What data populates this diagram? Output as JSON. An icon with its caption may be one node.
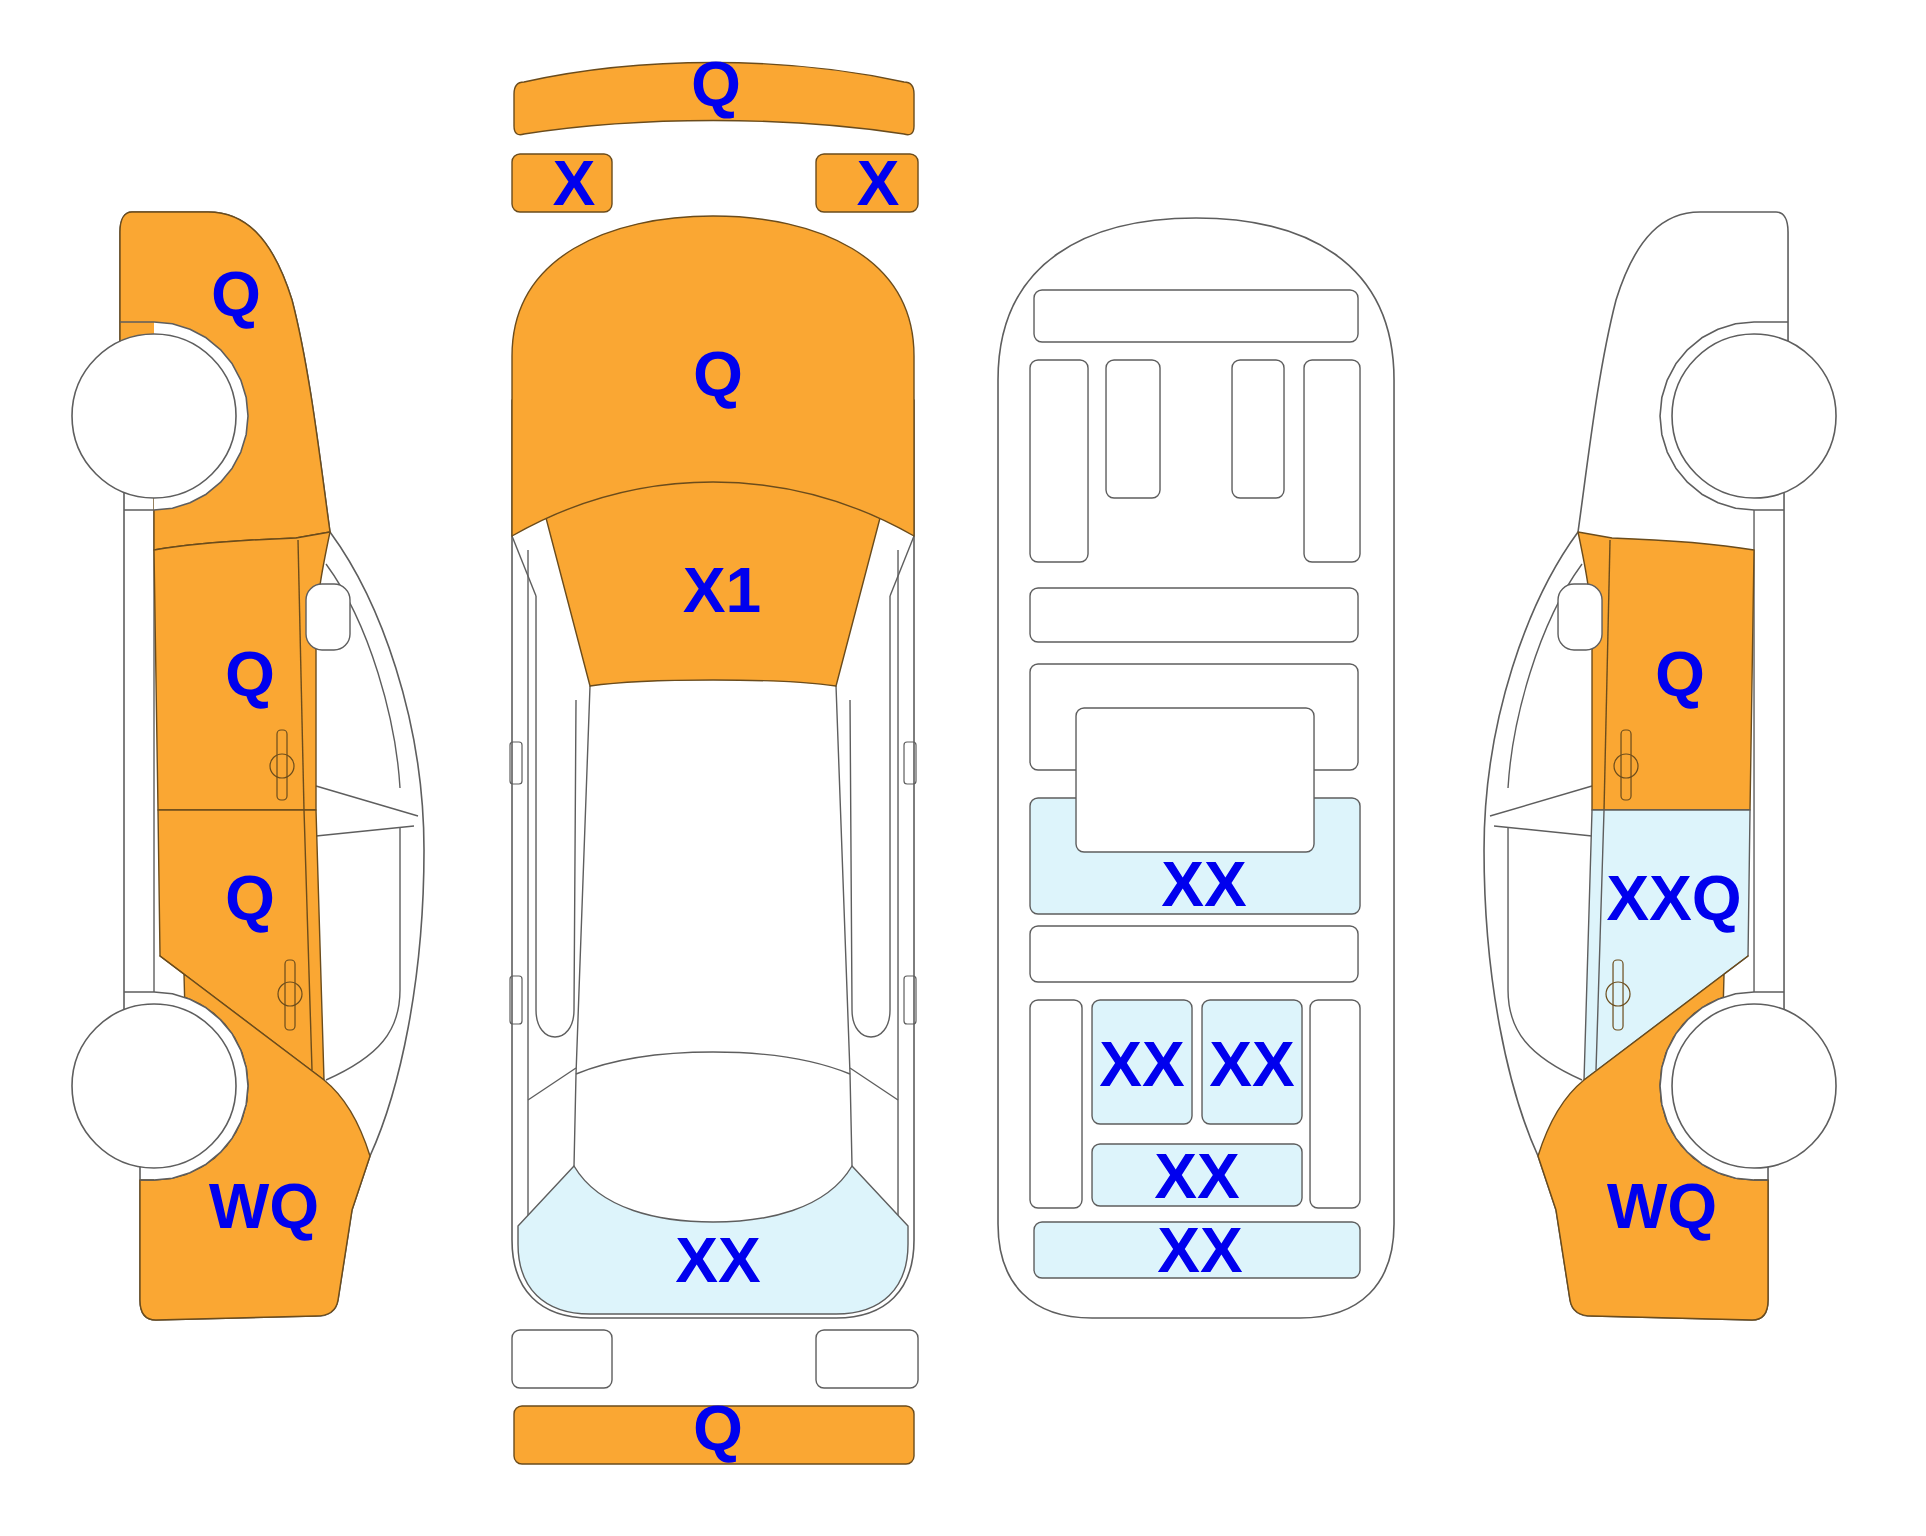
{
  "diagram": {
    "nodes": [
      {
        "text": [
          "Q"
        ]
      },
      {
        "text": [
          "Q"
        ]
      },
      {
        "text": [
          "Q"
        ]
      },
      {
        "text": [
          "WQ"
        ]
      },
      {
        "text": [
          "Q"
        ]
      },
      {
        "text": [
          "X"
        ]
      },
      {
        "text": [
          "X"
        ]
      },
      {
        "text": [
          "Q"
        ]
      },
      {
        "text": [
          "X1"
        ]
      },
      {
        "text": [
          "XX"
        ]
      },
      {
        "text": [],
        "shape": "box"
      },
      {
        "text": [],
        "shape": "box"
      },
      {
        "text": [
          "Q"
        ]
      },
      {
        "text": [],
        "shape": "box"
      },
      {
        "text": [],
        "shape": "box"
      },
      {
        "text": [],
        "shape": "box"
      },
      {
        "text": [],
        "shape": "box"
      },
      {
        "text": [],
        "shape": "box"
      },
      {
        "text": [],
        "shape": "box"
      },
      {
        "text": [],
        "shape": "box"
      },
      {
        "text": [],
        "shape": "box"
      },
      {
        "text": [
          "XX"
        ]
      },
      {
        "text": [],
        "shape": "box"
      },
      {
        "text": [],
        "shape": "box"
      },
      {
        "text": [
          "XX"
        ]
      },
      {
        "text": [
          "XX"
        ]
      },
      {
        "text": [],
        "shape": "box"
      },
      {
        "text": [
          "XX"
        ]
      },
      {
        "text": [
          "XX"
        ]
      },
      {
        "text": [
          "Q"
        ]
      },
      {
        "text": [
          "XXQ"
        ]
      },
      {
        "text": [
          "WQ"
        ]
      }
    ]
  }
}
